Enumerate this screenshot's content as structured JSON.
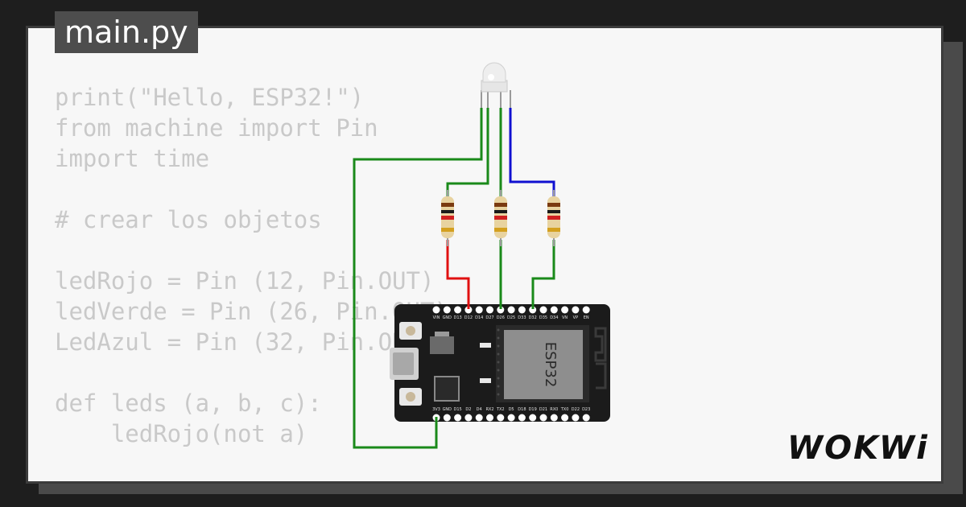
{
  "editor": {
    "file_tab": "main.py",
    "code_lines": [
      "print(\"Hello, ESP32!\")",
      "from machine import Pin",
      "import time",
      "",
      "# crear los objetos",
      "",
      "ledRojo = Pin (12, Pin.OUT)",
      "ledVerde = Pin (26, Pin.OUT)",
      "LedAzul = Pin (32, Pin.OUT)",
      "",
      "def leds (a, b, c):",
      "    ledRojo(not a)"
    ]
  },
  "board": {
    "chip_label": "ESP32",
    "top_pins": [
      "VIN",
      "GND",
      "D13",
      "D12",
      "D14",
      "D27",
      "D26",
      "D25",
      "D33",
      "D32",
      "D35",
      "D34",
      "VN",
      "VP",
      "EN"
    ],
    "bottom_pins": [
      "3V3",
      "GND",
      "D15",
      "D2",
      "D4",
      "RX2",
      "TX2",
      "D5",
      "D18",
      "D19",
      "D21",
      "RX0",
      "TX0",
      "D22",
      "D23"
    ]
  },
  "brand": {
    "logo": "WOKWi"
  },
  "colors": {
    "wire_green": "#1a8a1a",
    "wire_red": "#e01010",
    "wire_blue": "#1010d0",
    "board_black": "#1b1b1b"
  }
}
